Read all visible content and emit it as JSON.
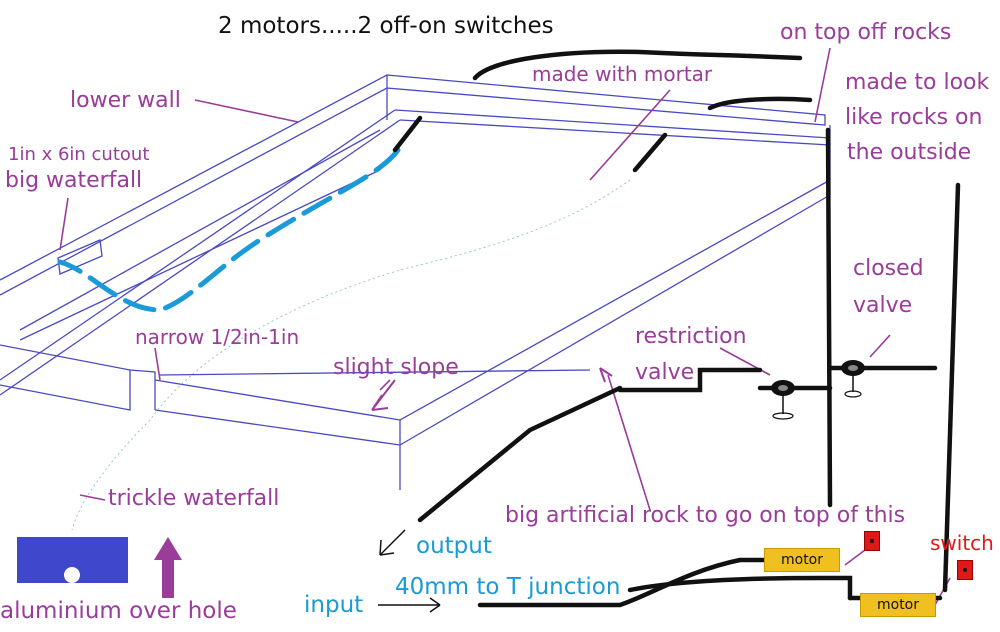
{
  "title": "2 motors.....2 off-on switches",
  "labels": {
    "lower_wall": "lower wall",
    "cutout": "1in x 6in cutout",
    "big_waterfall": "big waterfall",
    "made_with_mortar": "made with mortar",
    "on_top_off_rocks": "on top off rocks",
    "made_to_look_1": "made to look",
    "made_to_look_2": "like rocks on",
    "made_to_look_3": "the outside",
    "closed_1": "closed",
    "closed_2": "valve",
    "restriction_1": "restriction",
    "restriction_2": "valve",
    "narrow": "narrow 1/2in-1in",
    "slight_slope": "slight slope",
    "trickle": "trickle waterfall",
    "big_rock": "big artificial rock to go on top of this",
    "output": "output",
    "pipe_size": "40mm to T junction",
    "input": "input",
    "aluminium": "aluminium over hole",
    "switch": "switch"
  },
  "motors": [
    "motor",
    "motor"
  ],
  "colors": {
    "annotation": "#9a3c9a",
    "pipe": "#111111",
    "water_path": "#1a9ad6",
    "frame": "#4a4ac0",
    "motor": "#f0c020",
    "switch": "#e01818",
    "aluminium": "#3f48cc"
  }
}
